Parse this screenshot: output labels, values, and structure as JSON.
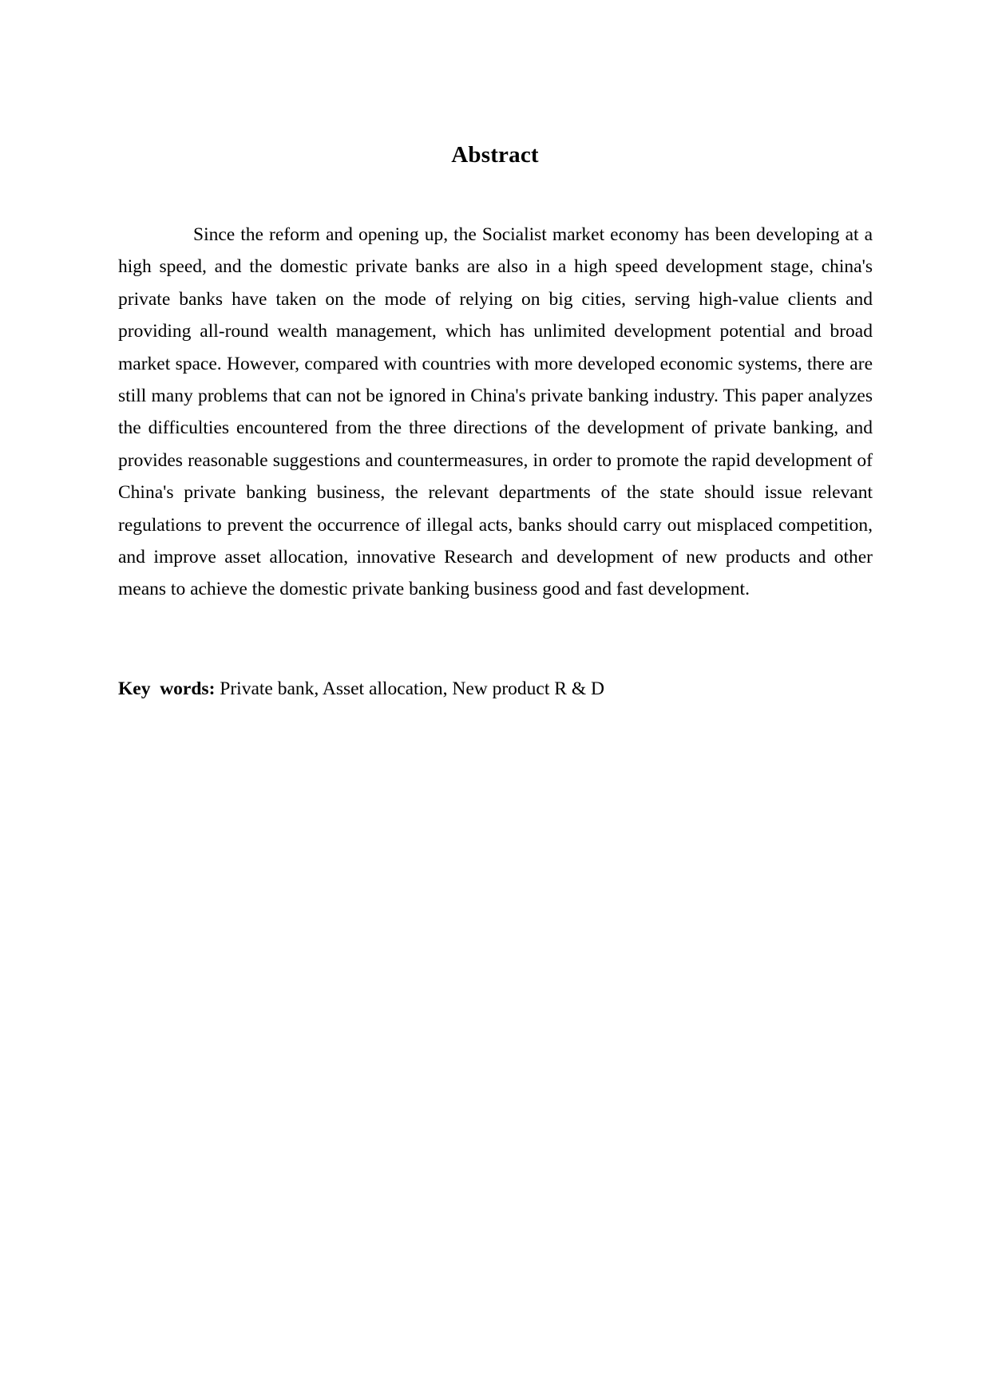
{
  "document": {
    "title": "Abstract",
    "body": "Since the reform and opening up, the Socialist market economy has been developing at a high speed, and the domestic private banks are also in a high speed development stage, china's private banks have taken on the mode of relying on big cities, serving high-value clients and providing all-round wealth management, which has unlimited development potential and broad market space. However, compared with countries with more developed economic systems, there are still many problems that can not be ignored in China's private banking industry. This paper analyzes the difficulties encountered from the three directions of the development of private banking, and provides reasonable suggestions and countermeasures, in order to promote the rapid development of China's private banking business, the relevant departments of the state should issue relevant regulations to prevent the occurrence of illegal acts, banks should carry out misplaced competition, and improve asset allocation, innovative Research and development of new products and other means to achieve the domestic private banking business good and fast development.",
    "keywords": {
      "label": "Key  words:",
      "value": " Private bank, Asset allocation, New product R & D"
    }
  }
}
